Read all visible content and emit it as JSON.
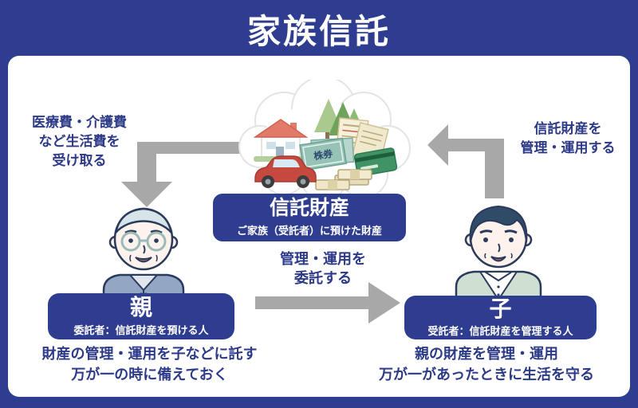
{
  "title": "家族信託",
  "colors": {
    "navy": "#2e3d8f",
    "text_navy": "#2c3a87",
    "arrow_gray": "#a8a8a8",
    "panel_bg": "#ffffff"
  },
  "trust_assets": {
    "label": "信託財産",
    "sublabel": "ご家族（受託者）に預けた財産",
    "stock_label": "株券"
  },
  "notes": {
    "receive": {
      "lines": [
        "医療費・介護費",
        "など生活費を",
        "受け取る"
      ]
    },
    "manage": {
      "lines": [
        "信託財産を",
        "管理・運用する"
      ]
    },
    "entrust": {
      "lines": [
        "管理・運用を",
        "委託する"
      ]
    }
  },
  "parent": {
    "label": "親",
    "role": "委託者：信託財産を預ける人",
    "description": {
      "lines": [
        "財産の管理・運用を子などに託す",
        "万が一の時に備えておく"
      ]
    }
  },
  "child": {
    "label": "子",
    "role": "受託者：信託財産を管理する人",
    "description": {
      "lines": [
        "親の財産を管理・運用",
        "万が一があったときに生活を守る"
      ]
    }
  }
}
